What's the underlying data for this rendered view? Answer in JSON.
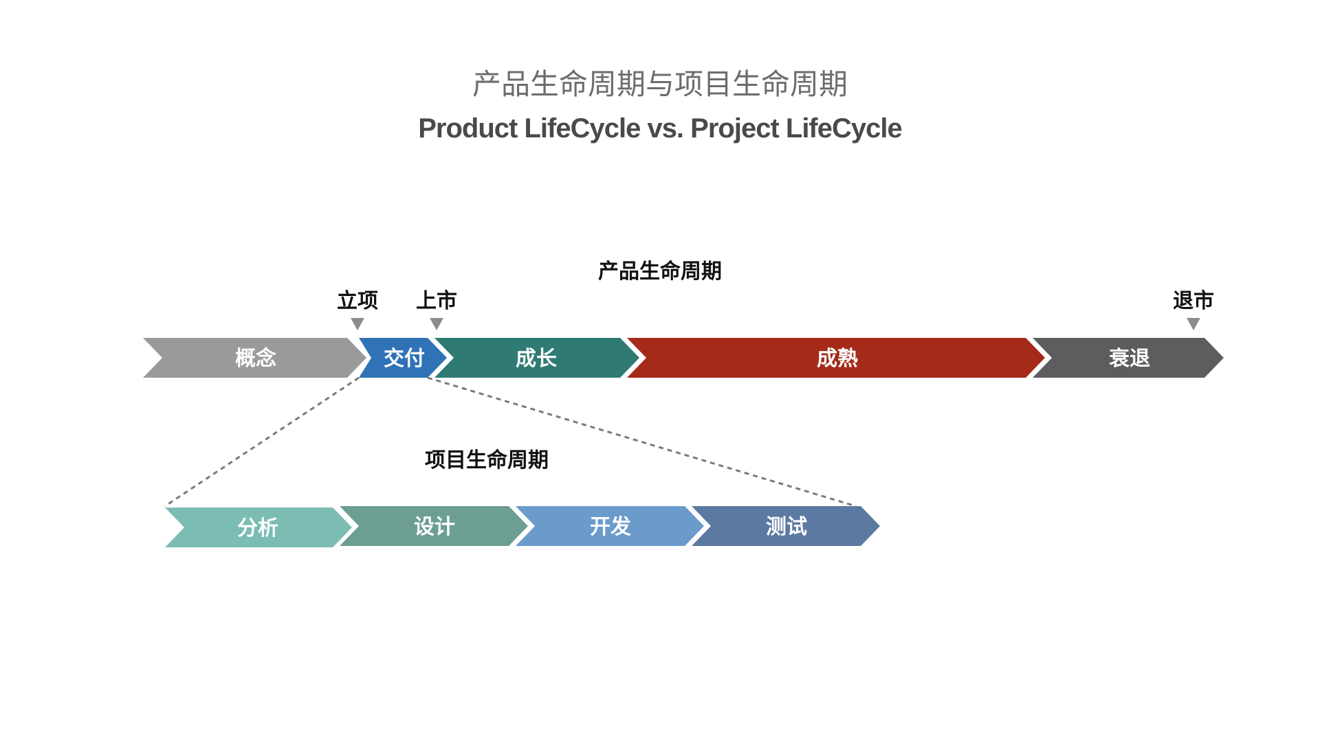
{
  "title": {
    "cn": "产品生命周期与项目生命周期",
    "en": "Product LifeCycle vs. Project LifeCycle"
  },
  "product": {
    "label": "产品生命周期",
    "stages": [
      {
        "key": "concept",
        "label": "概念",
        "color": "#9a9a9a"
      },
      {
        "key": "delivery",
        "label": "交付",
        "color": "#2f72b6"
      },
      {
        "key": "growth",
        "label": "成长",
        "color": "#2f7a72"
      },
      {
        "key": "maturity",
        "label": "成熟",
        "color": "#a52a1a"
      },
      {
        "key": "decline",
        "label": "衰退",
        "color": "#5d5d5d"
      }
    ],
    "milestones": [
      {
        "key": "initiation",
        "label": "立项",
        "color": "#8c8c8c"
      },
      {
        "key": "launch",
        "label": "上市",
        "color": "#8c8c8c"
      },
      {
        "key": "retirement",
        "label": "退市",
        "color": "#8c8c8c"
      }
    ]
  },
  "project": {
    "label": "项目生命周期",
    "stages": [
      {
        "key": "analysis",
        "label": "分析",
        "color": "#7bbcb3"
      },
      {
        "key": "design",
        "label": "设计",
        "color": "#6c9e94"
      },
      {
        "key": "development",
        "label": "开发",
        "color": "#6a9bcb"
      },
      {
        "key": "testing",
        "label": "测试",
        "color": "#5c79a1"
      }
    ]
  }
}
